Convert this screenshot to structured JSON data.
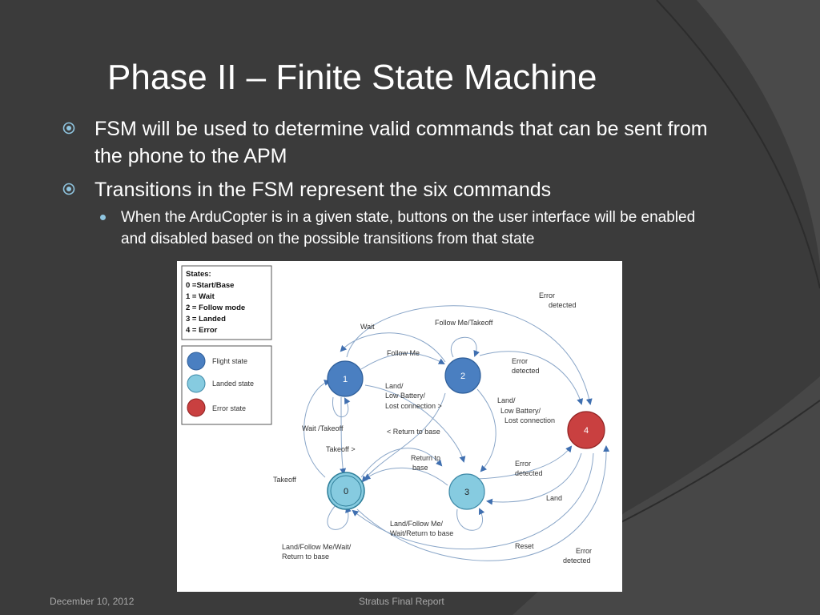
{
  "title": "Phase II – Finite State Machine",
  "bullets": [
    "FSM will be used to determine valid commands that can be sent from the phone to the APM",
    "Transitions in the FSM represent the six commands"
  ],
  "sub_bullet": "When the ArduCopter is in a given state, buttons on the user interface will be enabled and disabled based on the possible transitions from that state",
  "footer": {
    "date": "December 10, 2012",
    "center": "Stratus Final Report"
  },
  "colors": {
    "flight": "#4a7fc1",
    "landed": "#86cbe0",
    "error": "#c94040",
    "arrow": "#8aa6c8"
  },
  "diagram": {
    "legend_states": {
      "heading": "States:",
      "items": [
        "0 =Start/Base",
        "1 = Wait",
        "2 = Follow mode",
        "3 = Landed",
        "4 = Error"
      ]
    },
    "legend_types": [
      "Flight state",
      "Landed state",
      "Error state"
    ],
    "nodes": [
      "1",
      "2",
      "0",
      "3",
      "4"
    ],
    "labels": {
      "error_detected_top_1": "Error",
      "error_detected_top_2": "detected",
      "wait": "Wait",
      "follow_me_takeoff": "Follow Me/Takeoff",
      "follow_me": "Follow Me",
      "error_detected_mid_1": "Error",
      "error_detected_mid_2": "detected",
      "land_low_1": "Land/",
      "land_low_2": "Low Battery/",
      "land_low_3": "Lost connection >",
      "land_low_b1": "Land/",
      "land_low_b2": "Low Battery/",
      "land_low_b3": "Lost connection",
      "wait_takeoff": "Wait /Takeoff",
      "return_to_base_left": "< Return to base",
      "takeoff_gt": "Takeoff >",
      "return_to_base_1": "Return to",
      "return_to_base_2": "base",
      "error_detected_low_1": "Error",
      "error_detected_low_2": "detected",
      "takeoff": "Takeoff",
      "land": "Land",
      "land_follow_1": "Land/Follow Me/",
      "land_follow_2": "Wait/Return to base",
      "land_follow_wait_1": "Land/Follow Me/Wait/",
      "land_follow_wait_2": "Return to base",
      "reset": "Reset",
      "error_detected_bot_1": "Error",
      "error_detected_bot_2": "detected"
    }
  }
}
